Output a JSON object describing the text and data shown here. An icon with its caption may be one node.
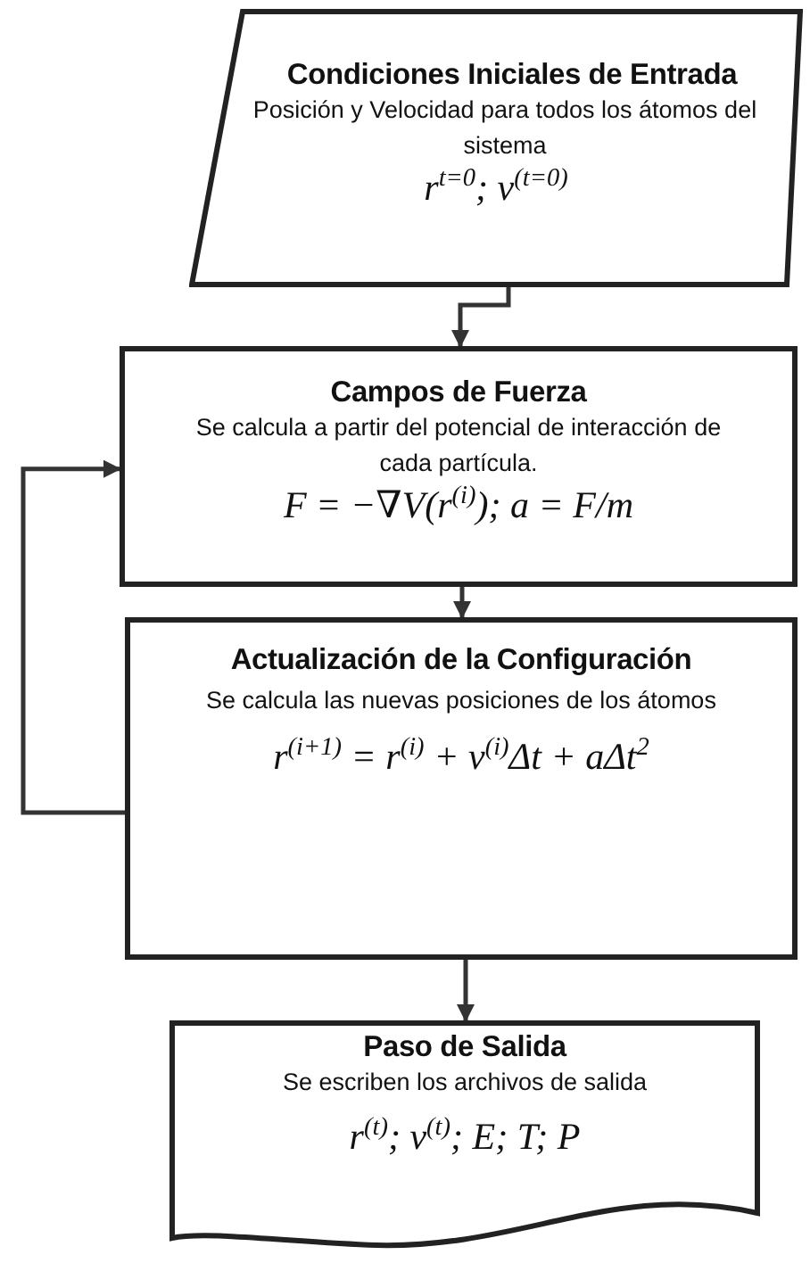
{
  "diagram": {
    "nodes": [
      {
        "text": [
          "Condiciones Iniciales de Entrada",
          "Posición y Velocidad para todos los átomos del sistema",
          "r$^{t=0}$; v$^{(t=0)}$"
        ]
      },
      {
        "text": [
          "Campos de Fuerza",
          "Se calcula a partir del potencial de interacción de cada partícula.",
          "F = −∇V(r$^{(i)}$); a = F/m"
        ]
      },
      {
        "text": [
          "Actualización de la Configuración",
          "Se calcula las nuevas posiciones de los átomos",
          "r$^{(i+1)}$ = r$^{(i)}$ + v$^{(i)}$Δt + aΔt$^{2}$"
        ]
      },
      {
        "text": [
          "Paso de Salida",
          "Se escriben los archivos de salida",
          "r$^{(t)}$;  v$^{(t)}$; E; T; P"
        ]
      }
    ],
    "edges": [
      {
        "from": 0,
        "to": 1,
        "arrow": "to"
      },
      {
        "from": 1,
        "to": 2,
        "arrow": "to"
      },
      {
        "from": 2,
        "to": 1,
        "arrow": "to"
      },
      {
        "from": 2,
        "to": 3,
        "arrow": "to"
      }
    ]
  }
}
